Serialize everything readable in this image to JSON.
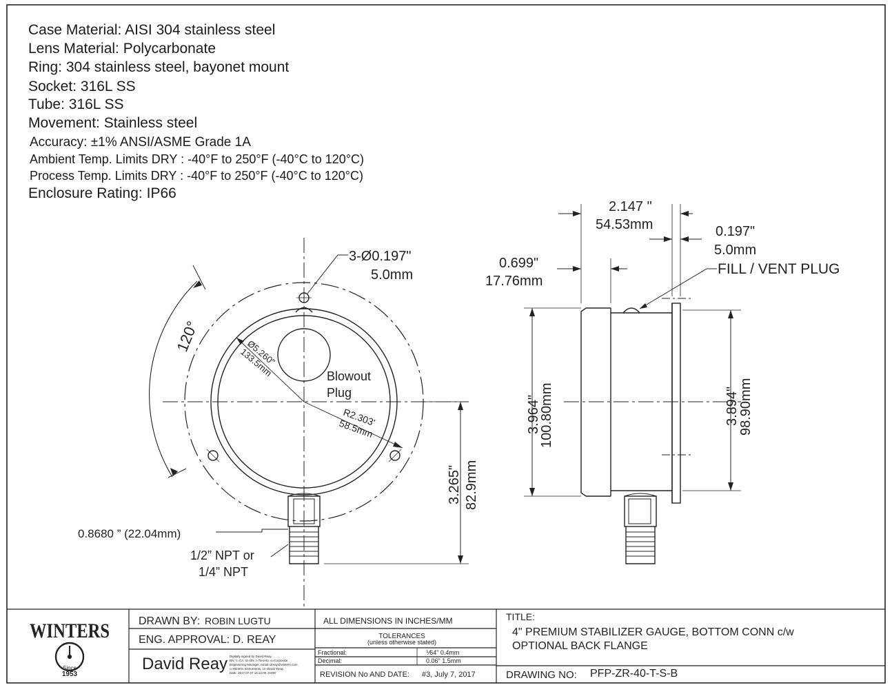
{
  "specs": [
    {
      "label": "Case Material:",
      "value": "AISI 304 stainless steel"
    },
    {
      "label": "Lens Material:",
      "value": "Polycarbonate"
    },
    {
      "label": "Ring:",
      "value": "304 stainless steel, bayonet mount"
    },
    {
      "label": "Socket:",
      "value": "316L  SS"
    },
    {
      "label": "Tube:",
      "value": "316L  SS"
    },
    {
      "label": "Movement:",
      "value": "Stainless steel"
    },
    {
      "label": "Accuracy:",
      "value": "±1% ANSI/ASME Grade 1A"
    },
    {
      "label": "Ambient Temp. Limits DRY",
      "value": ": -40°F to 250°F (-40°C to 120°C)"
    },
    {
      "label": "Process Temp. Limits DRY",
      "value": ": -40°F to 250°F (-40°C to 120°C)"
    },
    {
      "label": "Enclosure Rating:",
      "value": "IP66"
    }
  ],
  "front_view": {
    "holes": "3-Ø0.197\"",
    "holes_mm": "5.0mm",
    "angle": "120°",
    "bolt_circle": "Ø5.260\"",
    "bolt_circle_mm": "133.5mm",
    "blowout_1": "Blowout",
    "blowout_2": "Plug",
    "radius": "R2.303'",
    "radius_mm": "58.5mm",
    "height": "3.265\"",
    "height_mm": "82.9mm",
    "hex": "0.8680 ” (22.04mm)",
    "npt_1": "1/2” NPT or",
    "npt_2": "1/4” NPT"
  },
  "side_view": {
    "depth": "2.147 \"",
    "depth_mm": "54.53mm",
    "flange": "0.197\"",
    "flange_mm": "5.0mm",
    "offset": "0.699\"",
    "offset_mm": "17.76mm",
    "fill_plug": "FILL / VENT PLUG",
    "case_dia": "3.964\"",
    "case_dia_mm": "100.80mm",
    "flange_dia": "3.894\"",
    "flange_dia_mm": "98.90mm"
  },
  "title_block": {
    "logo_text": "WINTERS",
    "logo_since": "Since",
    "logo_year": "1953",
    "drawn_by_label": "DRAWN BY:",
    "drawn_by": "ROBIN LUGTU",
    "approval": "ENG. APPROVAL: D. REAY",
    "signature": "David Reay",
    "sig_1": "Digitally signed by David Reay",
    "sig_2": "DN: c=CA, st=ON, l=Toronto, o=Corporate",
    "sig_3": "Engineering Manager, email=dreay@winters.com,",
    "sig_4": "o=Winters Instruments, cn=David Reay",
    "sig_5": "Date: 2017.07.07 16:12:00 -04'00'",
    "dims_note": "ALL DIMENSIONS IN INCHES/MM",
    "tolerances": "TOLERANCES",
    "tolerances_sub": "(unless otherwise stated)",
    "fractional_label": "Fractional:",
    "fractional_value": "⅟64\" 0.4mm",
    "decimal_label": "Decimal:",
    "decimal_value": "0.06\" 1.5mm",
    "revision_label": "REVISION No AND DATE:",
    "revision_value": "#3, July  7, 2017",
    "title_label": "TITLE:",
    "title_1": "4\"  PREMIUM  STABILIZER  GAUGE,  BOTTOM  CONN  c/w",
    "title_2": "OPTIONAL  BACK  FLANGE",
    "drawing_no_label": "DRAWING NO:",
    "drawing_no": "PFP-ZR-40-T-S-B"
  }
}
